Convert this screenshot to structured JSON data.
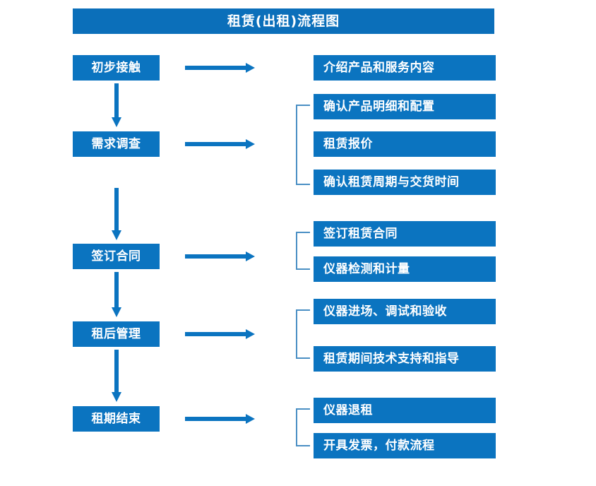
{
  "page": {
    "title": "租赁(出租)流程图",
    "accent_color": "#0b74c0",
    "title_bar_color": "#0b6fba",
    "bracket_color": "#4a8fc4",
    "text_color": "#ffffff",
    "background_color": "#ffffff"
  },
  "chart_data": {
    "type": "diagram",
    "title": "租赁(出租)流程图",
    "stages": [
      {
        "label": "初步接触",
        "details": [
          "介绍产品和服务内容"
        ]
      },
      {
        "label": "需求调查",
        "details": [
          "确认产品明细和配置",
          "租赁报价",
          "确认租赁周期与交货时间"
        ]
      },
      {
        "label": "签订合同",
        "details": [
          "签订租赁合同",
          "仪器检测和计量"
        ]
      },
      {
        "label": "租后管理",
        "details": [
          "仪器进场、调试和验收",
          "租赁期间技术支持和指导"
        ]
      },
      {
        "label": "租期结束",
        "details": [
          "仪器退租",
          "开具发票，付款流程"
        ]
      }
    ]
  },
  "stages": [
    {
      "label": "初步接触"
    },
    {
      "label": "需求调查"
    },
    {
      "label": "签订合同"
    },
    {
      "label": "租后管理"
    },
    {
      "label": "租期结束"
    }
  ],
  "details": [
    {
      "label": "介绍产品和服务内容"
    },
    {
      "label": "确认产品明细和配置"
    },
    {
      "label": "租赁报价"
    },
    {
      "label": "确认租赁周期与交货时间"
    },
    {
      "label": "签订租赁合同"
    },
    {
      "label": "仪器检测和计量"
    },
    {
      "label": "仪器进场、调试和验收"
    },
    {
      "label": "租赁期间技术支持和指导"
    },
    {
      "label": "仪器退租"
    },
    {
      "label": "开具发票，付款流程"
    }
  ]
}
